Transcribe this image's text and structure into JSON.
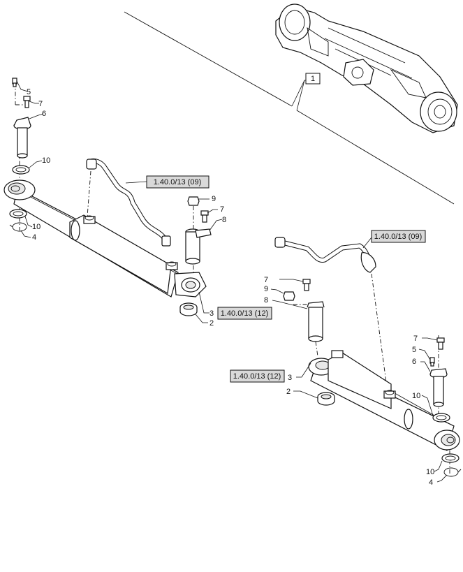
{
  "callouts": {
    "axle": "1",
    "l5": "5",
    "l7": "7",
    "l6": "6",
    "l10a": "10",
    "l10b": "10",
    "l4": "4",
    "l9": "9",
    "l7b": "7",
    "l8": "8",
    "l3": "3",
    "l2": "2",
    "r7": "7",
    "r9": "9",
    "r8": "8",
    "r3": "3",
    "r2": "2",
    "r7b": "7",
    "r5": "5",
    "r6": "6",
    "r10a": "10",
    "r10b": "10",
    "r4": "4"
  },
  "refs": {
    "left_hose": "1.40.0/13 (09)",
    "left_cyl": "1.40.0/13 (12)",
    "right_hose": "1.40.0/13 (09)",
    "right_cyl": "1.40.0/13 (12)"
  }
}
